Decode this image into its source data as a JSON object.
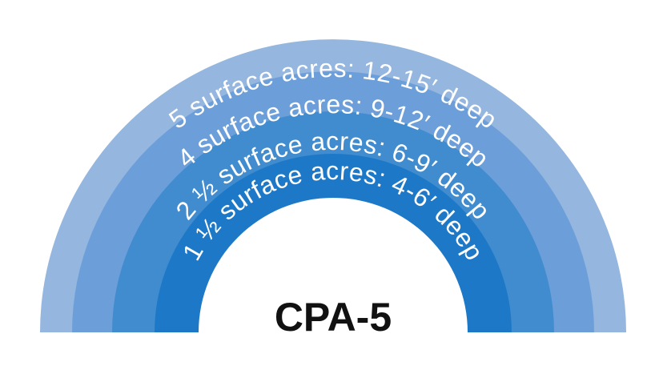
{
  "title": "CPA-5",
  "bands": [
    {
      "label": "5 surface acres: 12-15′ deep",
      "color": "#94b6df"
    },
    {
      "label": "4 surface acres: 9-12′ deep",
      "color": "#6c9fd9"
    },
    {
      "label": "2 ½ surface acres: 6-9′ deep",
      "color": "#418ccf"
    },
    {
      "label": "1 ½ surface acres: 4-6′ deep",
      "color": "#1d79c7"
    }
  ],
  "innerColor": "#ffffff"
}
